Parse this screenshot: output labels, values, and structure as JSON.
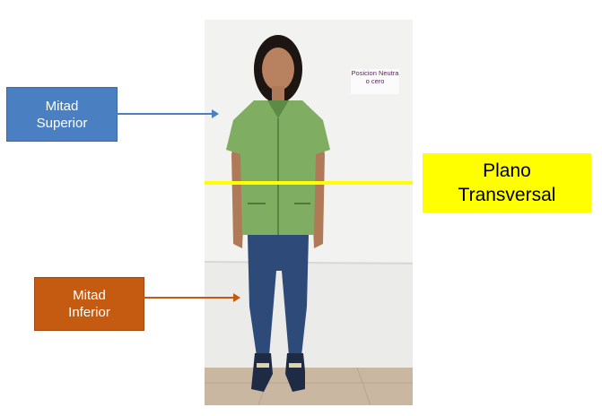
{
  "labels": {
    "upper": "Mitad\nSuperior",
    "lower": "Mitad\nInferior",
    "plane": "Plano\nTransversal"
  },
  "photo_sign": "Posicion\nNeutra o cero",
  "colors": {
    "upper_box": "#4a7fc1",
    "lower_box": "#c55a11",
    "plane_box": "#ffff00",
    "plane_line": "#ffff00"
  }
}
